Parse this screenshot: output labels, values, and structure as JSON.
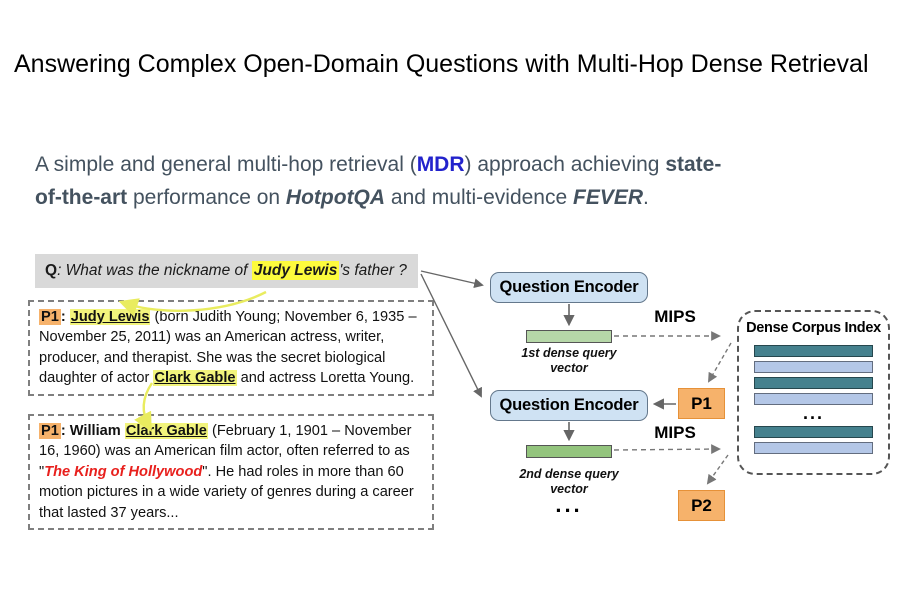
{
  "title": "Answering Complex Open-Domain Questions with Multi-Hop Dense Retrieval",
  "subtitle": {
    "line1": [
      {
        "text": "A simple and general multi-hop retrieval (",
        "style": "plain"
      },
      {
        "text": "MDR",
        "style": "mdr"
      },
      {
        "text": ") approach achieving ",
        "style": "plain"
      },
      {
        "text": "state-",
        "style": "bold"
      }
    ],
    "line2": [
      {
        "text": "of-the-art",
        "style": "bold"
      },
      {
        "text": " performance on ",
        "style": "plain"
      },
      {
        "text": "HotpotQA",
        "style": "bold-italic"
      },
      {
        "text": " and multi-evidence ",
        "style": "plain"
      },
      {
        "text": "FEVER",
        "style": "bold-italic"
      },
      {
        "text": ".",
        "style": "plain"
      }
    ]
  },
  "question": {
    "segments": [
      {
        "text": "Q",
        "style": "q"
      },
      {
        "text": ": What was the nickname of ",
        "style": "italic"
      },
      {
        "text": "Judy Lewis",
        "style": "q-entity"
      },
      {
        "text": "'s father ?",
        "style": "italic"
      }
    ]
  },
  "passage1": {
    "segments": [
      {
        "text": "P1",
        "style": "pid"
      },
      {
        "text": ": ",
        "style": "bold"
      },
      {
        "text": "Judy Lewis",
        "style": "entity"
      },
      {
        "text": " (born Judith Young; November 6, 1935 – November 25, 2011) was an American actress, writer, producer, and therapist. She was the secret biological daughter of actor ",
        "style": "plain"
      },
      {
        "text": "Clark Gable",
        "style": "entity"
      },
      {
        "text": " and actress Loretta Young.",
        "style": "plain"
      }
    ]
  },
  "passage2": {
    "segments": [
      {
        "text": "P1",
        "style": "pid"
      },
      {
        "text": ": ",
        "style": "bold"
      },
      {
        "text": "William",
        "style": "bold"
      },
      {
        "text": " ",
        "style": "plain"
      },
      {
        "text": "Clark Gable",
        "style": "entity"
      },
      {
        "text": " (February 1, 1901 – November 16, 1960) was an American film actor, often referred to as \"",
        "style": "plain"
      },
      {
        "text": "The King of Hollywood",
        "style": "red"
      },
      {
        "text": "\". He had roles in more than 60 motion pictures in a wide variety of genres during a career that lasted 37 years...",
        "style": "plain"
      }
    ]
  },
  "diagram": {
    "encoder1_label": "Question Encoder",
    "encoder2_label": "Question Encoder",
    "vector1_label": "1st dense query vector",
    "vector2_label": "2nd dense query vector",
    "mips1_label": "MIPS",
    "mips2_label": "MIPS",
    "p1_label": "P1",
    "p2_label": "P2",
    "bottom_ellipsis": "...",
    "index": {
      "title": "Dense Corpus Index",
      "rows": [
        "teal",
        "light",
        "teal",
        "light",
        "ellipsis",
        "teal",
        "light"
      ],
      "ellipsis": "..."
    }
  },
  "colors": {
    "mdr_blue": "#2323cc",
    "subtitle_gray": "#44525f",
    "question_box_gray": "#d9d9d9",
    "question_highlight_yellow": "#fdfb3d",
    "passage_highlight_yellow": "#f2f47c",
    "passage_id_orange": "#f6b26b",
    "red_text": "#e8201d",
    "encoder_blue": "#cfe2f3",
    "vector_green_1": "#b6d7a8",
    "vector_green_2": "#93c47d",
    "index_teal": "#45818e",
    "index_light_blue": "#b4c7e7",
    "yellow_arrow": "#edf06b"
  }
}
